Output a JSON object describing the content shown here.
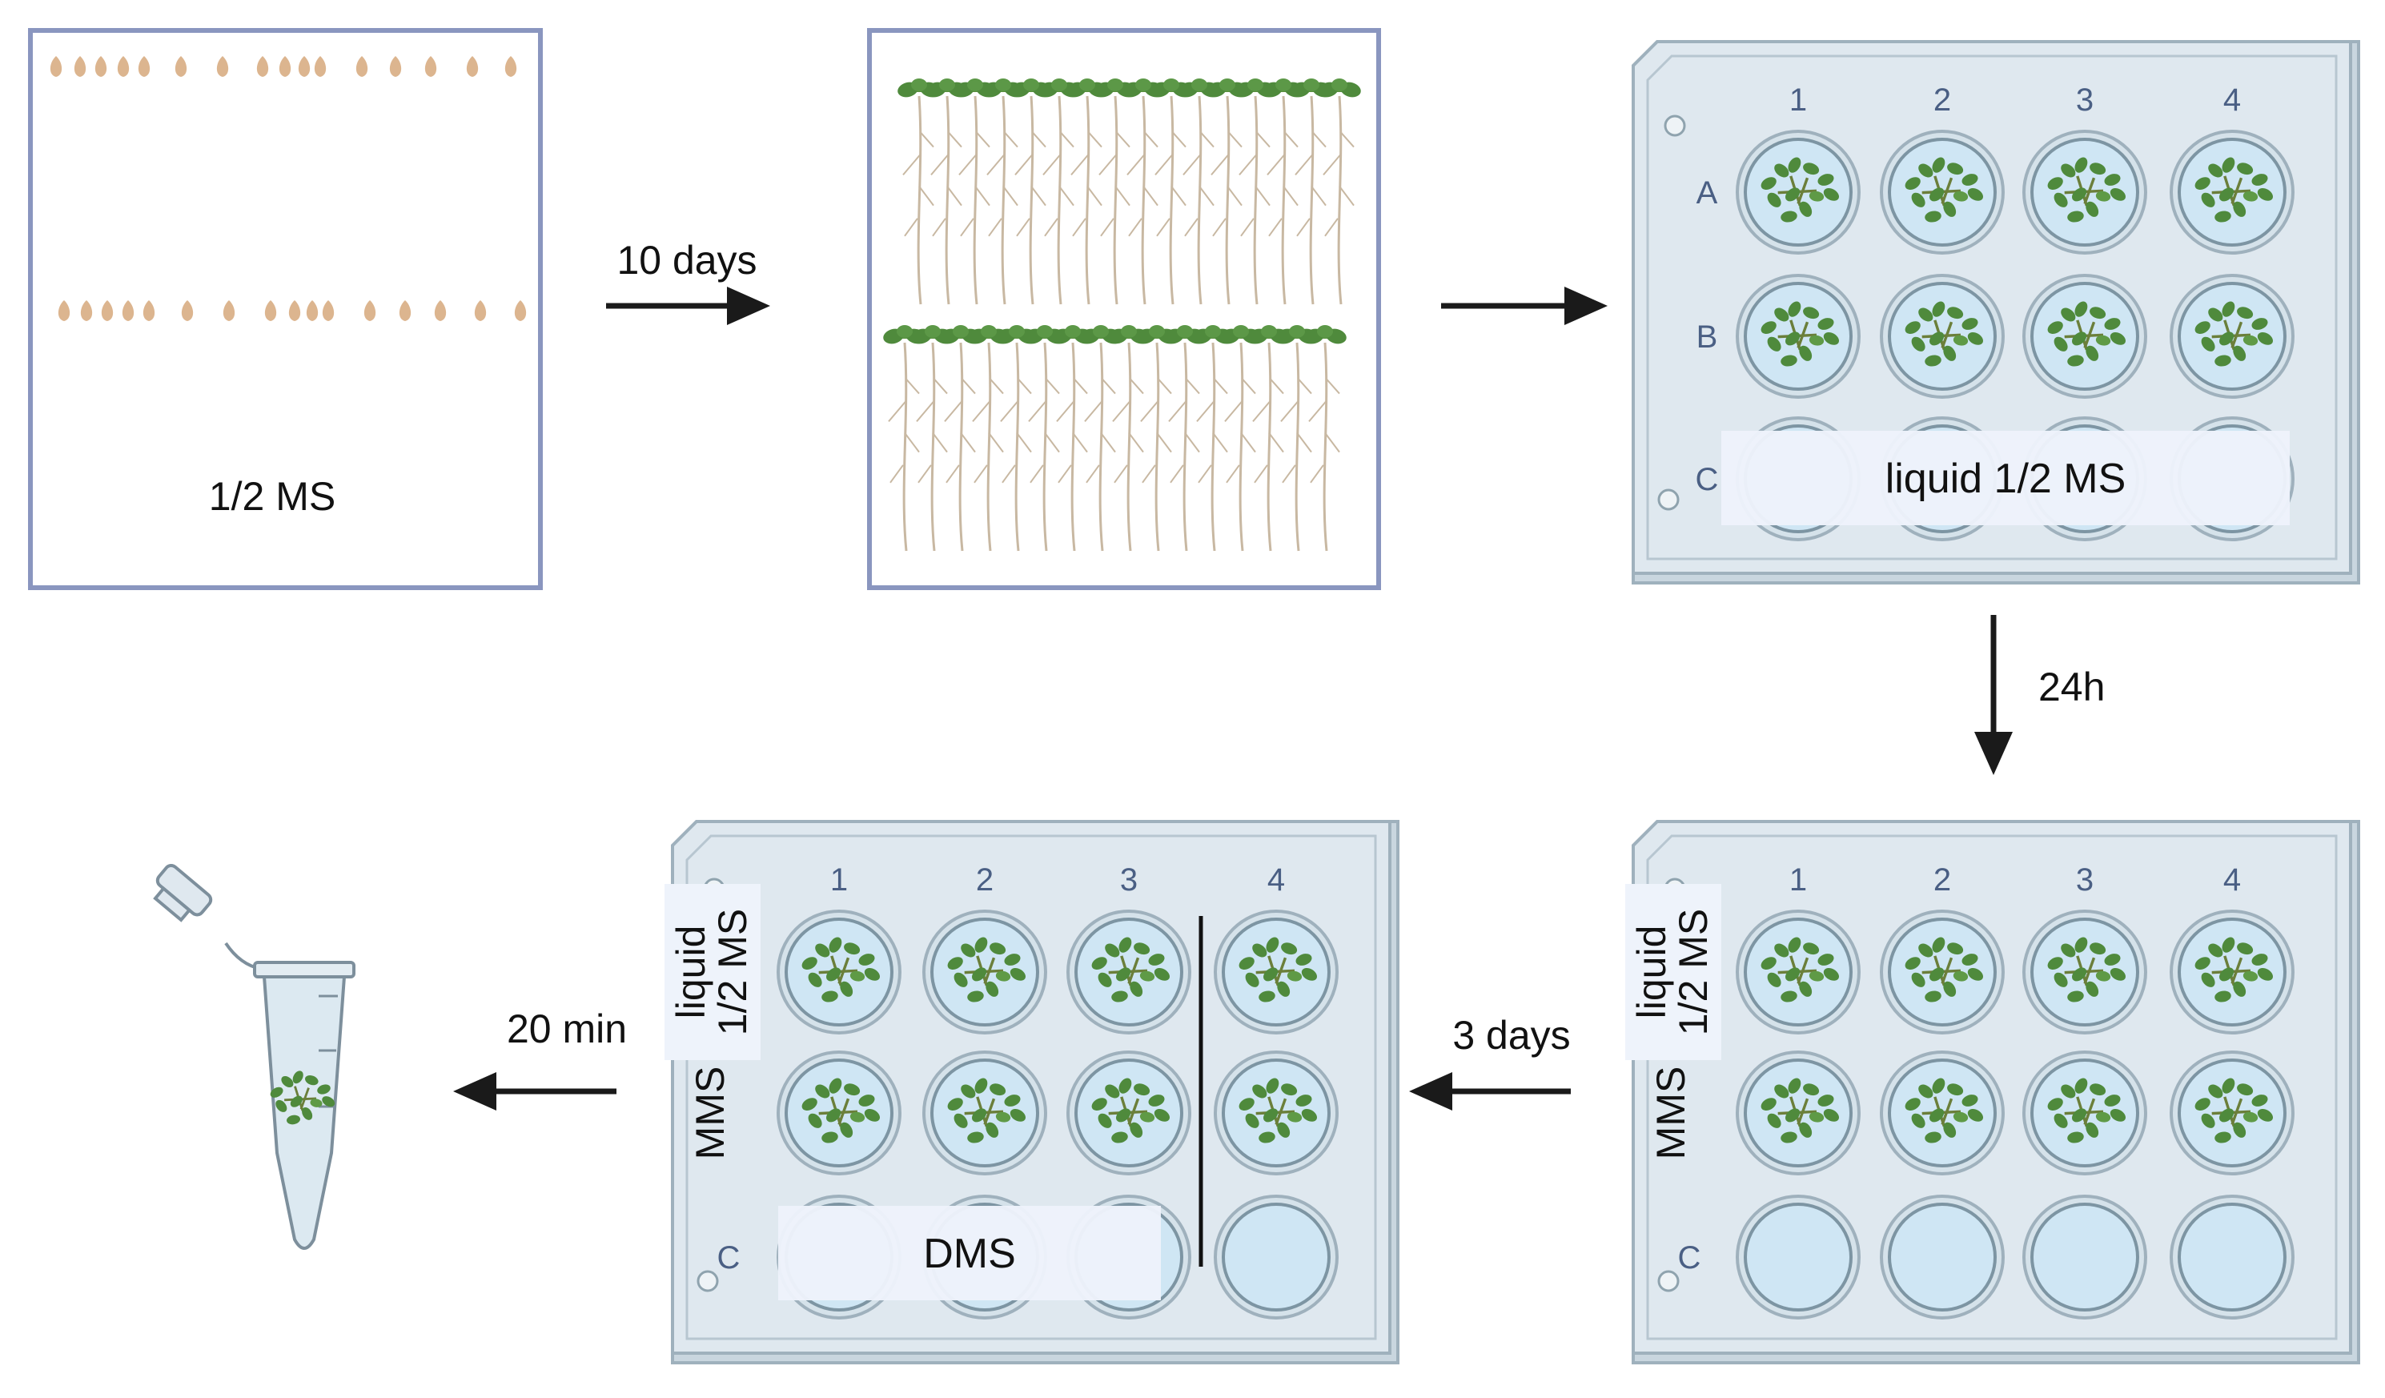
{
  "colors": {
    "box_border": "#8a96bf",
    "seed": "#dcb58f",
    "leaf": "#4f8a3c",
    "root": "#c8b8a2",
    "plate_fill": "#dfe8ef",
    "plate_edge": "#9fb1bd",
    "well_fill": "#cfe6f4",
    "well_edge": "#8fa3ae",
    "label_bg": "#eef3fb",
    "grid_label": "#4a5f84",
    "arrow": "#1a1a1a",
    "text": "#111111"
  },
  "step1": {
    "medium_label": "1/2 MS"
  },
  "arrows": {
    "a1": "10 days",
    "a2": "",
    "a3": "24h",
    "a4": "3 days",
    "a5": "20 min"
  },
  "plate_top": {
    "cols": [
      "1",
      "2",
      "3",
      "4"
    ],
    "rows": [
      "A",
      "B",
      "C"
    ],
    "overlay_label": "liquid 1/2 MS"
  },
  "plate_right": {
    "cols": [
      "1",
      "2",
      "3",
      "4"
    ],
    "row_labels": [
      "liquid\n1/2 MS",
      "MMS",
      "C"
    ]
  },
  "plate_left": {
    "cols": [
      "1",
      "2",
      "3",
      "4"
    ],
    "row_labels": [
      "liquid\n1/2 MS",
      "MMS",
      "C"
    ],
    "overlay_label": "DMS"
  }
}
